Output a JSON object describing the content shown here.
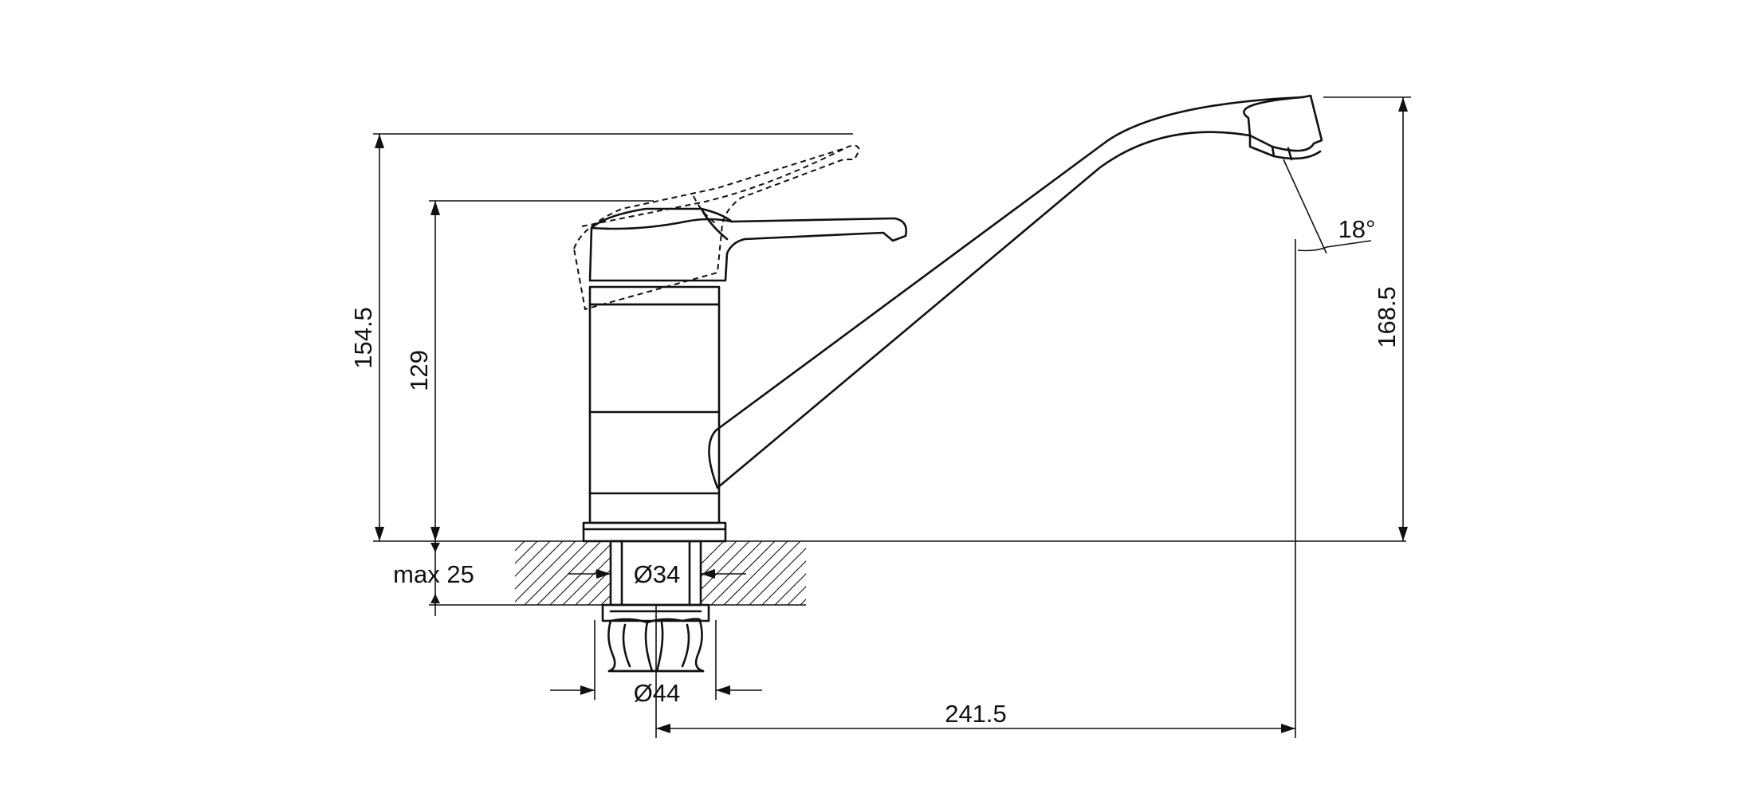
{
  "dimensions": {
    "total_height": "154.5",
    "body_height": "129",
    "spout_height": "168.5",
    "max_thickness": "max 25",
    "hole_diameter": "Ø34",
    "nut_diameter": "Ø44",
    "spout_reach": "241.5",
    "spout_angle": "18°"
  }
}
